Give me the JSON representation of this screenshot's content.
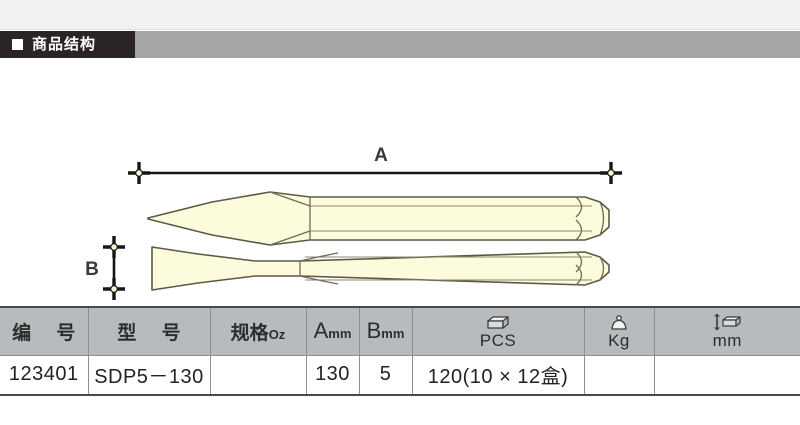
{
  "header": {
    "bullet_icon": "square-bullet-icon",
    "title": "商品结构",
    "tab_bg": "#2a2424",
    "bar_bg": "#a5a5a5"
  },
  "diagram": {
    "product": "点錾 / 尖头錾 (pointed chisel)",
    "body_fill": "#fcfbdc",
    "outline": "#5b5a46",
    "views": [
      {
        "name": "side-view",
        "dimension": {
          "label": "A",
          "orientation": "horizontal",
          "marker": "cross-marker"
        }
      },
      {
        "name": "top-view",
        "dimension": {
          "label": "B",
          "orientation": "vertical",
          "marker": "cross-marker"
        }
      }
    ],
    "label_a": "A",
    "label_b": "B"
  },
  "table": {
    "header_bg": "#b8bbbe",
    "columns": [
      {
        "key": "code",
        "label": "编 号",
        "icon": null,
        "unit": null
      },
      {
        "key": "model",
        "label": "型 号",
        "icon": null,
        "unit": null
      },
      {
        "key": "spec",
        "label": "规格",
        "icon": null,
        "unit": "Oz"
      },
      {
        "key": "a",
        "label": "A",
        "icon": null,
        "unit": "mm"
      },
      {
        "key": "b",
        "label": "B",
        "icon": null,
        "unit": "mm"
      },
      {
        "key": "pcs",
        "label": "PCS",
        "icon": "carton-box-icon",
        "unit": null
      },
      {
        "key": "kg",
        "label": "Kg",
        "icon": "weight-icon",
        "unit": null
      },
      {
        "key": "mm",
        "label": "mm",
        "icon": "height-measure-icon",
        "unit": null
      }
    ],
    "rows": [
      {
        "code": "123401",
        "model": "SDP5－130",
        "spec": "",
        "a": "130",
        "b": "5",
        "pcs": "120(10 × 12盒)",
        "kg": "",
        "mm": ""
      }
    ]
  }
}
